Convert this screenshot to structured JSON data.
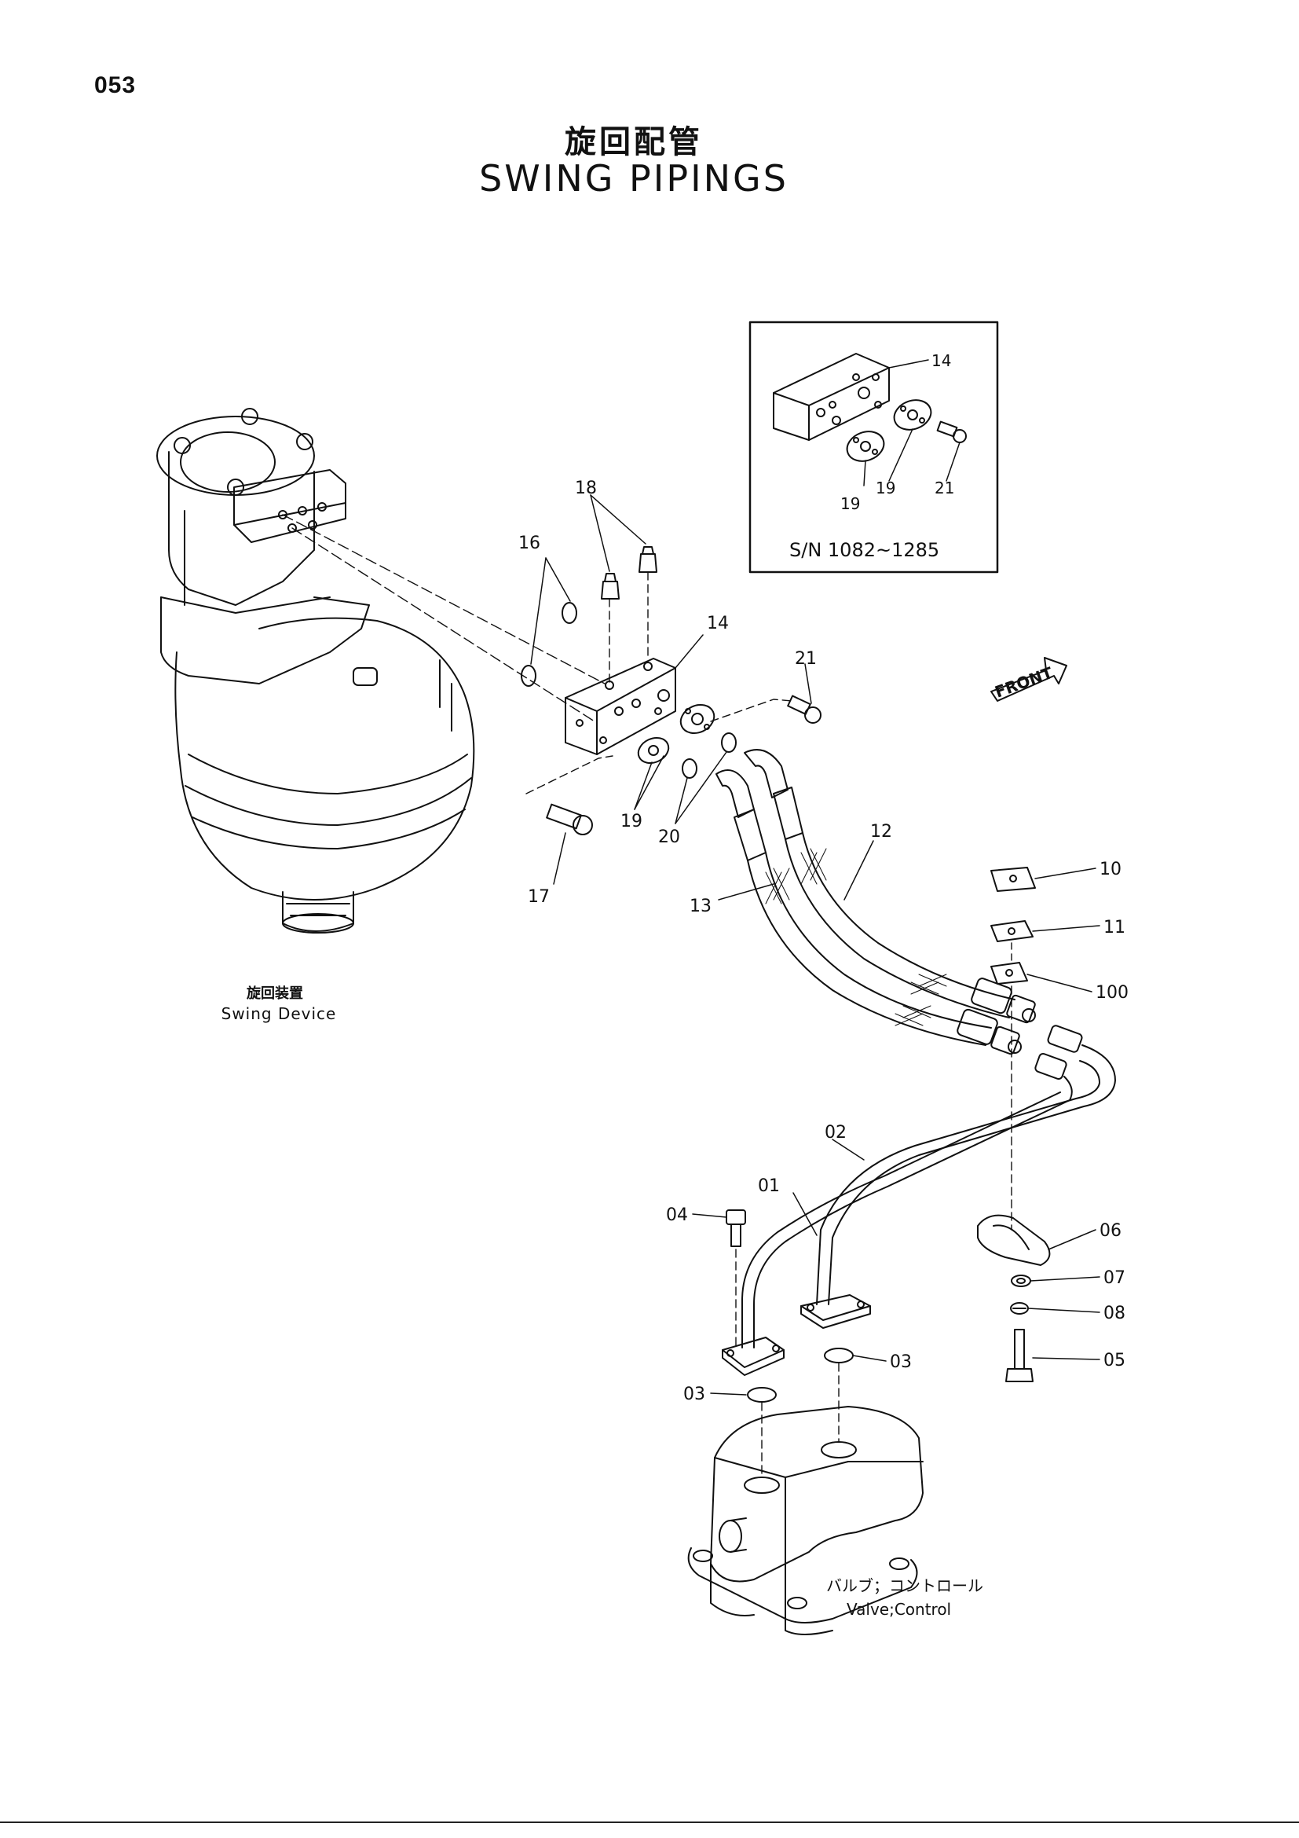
{
  "page_number": "053",
  "title": {
    "jp": "旋回配管",
    "en": "SWING PIPINGS"
  },
  "inset": {
    "serial_range": "S/N 1082~1285",
    "callouts": [
      "14",
      "19",
      "19",
      "21"
    ]
  },
  "front_arrow": "FRONT",
  "callouts": {
    "c01": "01",
    "c02": "02",
    "c03a": "03",
    "c03b": "03",
    "c04": "04",
    "c05": "05",
    "c06": "06",
    "c07": "07",
    "c08": "08",
    "c10": "10",
    "c11": "11",
    "c100": "100",
    "c12": "12",
    "c13": "13",
    "c14": "14",
    "c16": "16",
    "c17": "17",
    "c18": "18",
    "c19": "19",
    "c20": "20",
    "c21": "21"
  },
  "components": {
    "swing_device_jp": "旋回装置",
    "swing_device_en": "Swing Device",
    "valve_jp": "バルブ；コントロール",
    "valve_en": "Valve;Control"
  }
}
